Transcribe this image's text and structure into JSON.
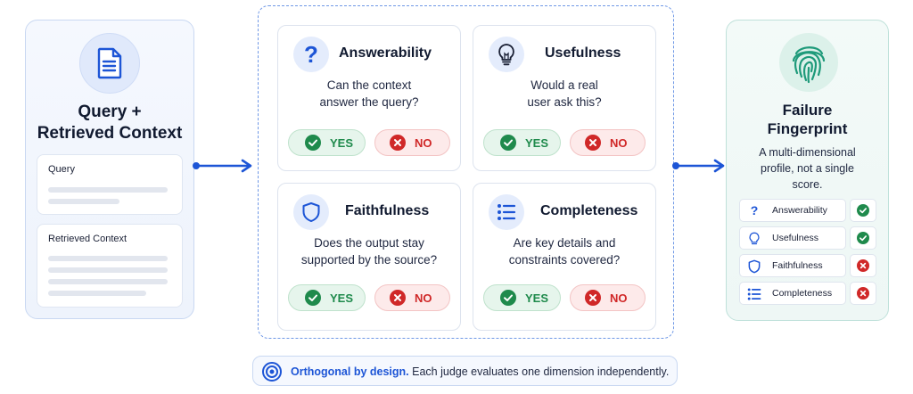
{
  "input": {
    "title_line1": "Query +",
    "title_line2": "Retrieved Context",
    "query_label": "Query",
    "context_label": "Retrieved Context",
    "icon": "document-icon"
  },
  "judges": [
    {
      "title": "Answerability",
      "question_line1": "Can the context",
      "question_line2": "answer the query?",
      "icon": "question-icon",
      "yes": "YES",
      "no": "NO"
    },
    {
      "title": "Usefulness",
      "question_line1": "Would a real",
      "question_line2": "user ask this?",
      "icon": "lightbulb-icon",
      "yes": "YES",
      "no": "NO"
    },
    {
      "title": "Faithfulness",
      "question_line1": "Does the output stay",
      "question_line2": "supported by the source?",
      "icon": "shield-icon",
      "yes": "YES",
      "no": "NO"
    },
    {
      "title": "Completeness",
      "question_line1": "Are key details and",
      "question_line2": "constraints covered?",
      "icon": "checklist-icon",
      "yes": "YES",
      "no": "NO"
    }
  ],
  "output": {
    "title_line1": "Failure",
    "title_line2": "Fingerprint",
    "desc_line1": "A multi-dimensional",
    "desc_line2": "profile, not a single",
    "desc_line3": "score.",
    "icon": "fingerprint-icon",
    "rows": [
      {
        "label": "Answerability",
        "icon": "question-icon",
        "status": "pass"
      },
      {
        "label": "Usefulness",
        "icon": "lightbulb-icon",
        "status": "pass"
      },
      {
        "label": "Faithfulness",
        "icon": "shield-icon",
        "status": "fail"
      },
      {
        "label": "Completeness",
        "icon": "checklist-icon",
        "status": "fail"
      }
    ]
  },
  "footer": {
    "bold": "Orthogonal by design.",
    "text": " Each judge evaluates one dimension independently.",
    "icon": "target-icon"
  },
  "colors": {
    "accent": "#1d55d6",
    "pass": "#1f8a4c",
    "fail": "#d02828",
    "teal": "#1e9a7a"
  }
}
